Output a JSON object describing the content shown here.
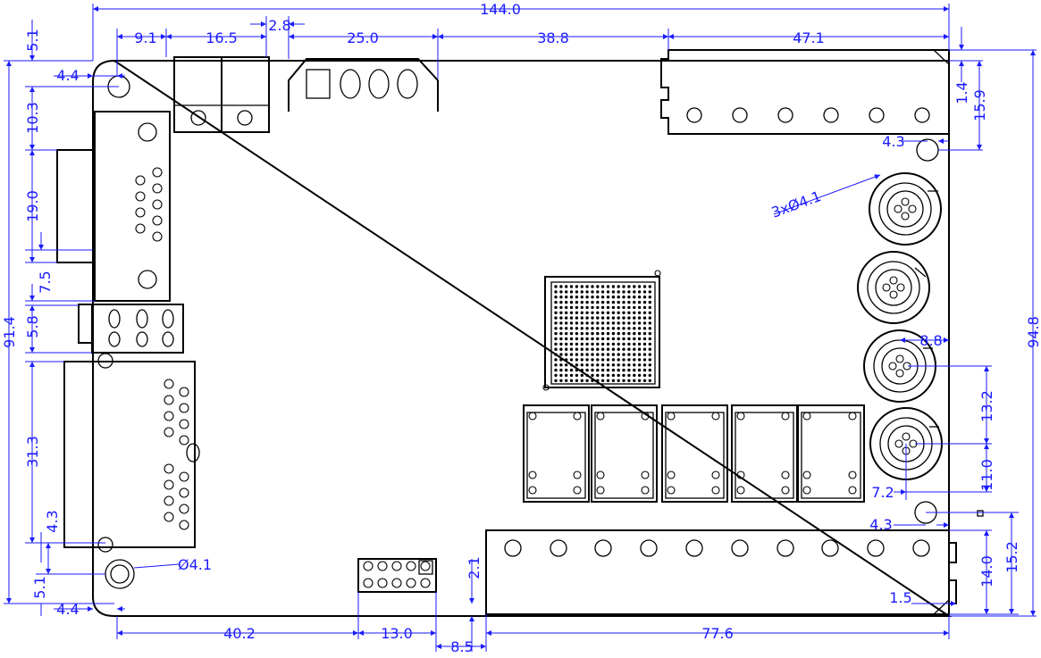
{
  "diagram": {
    "dimensions": {
      "overall_width": "144.0",
      "overall_height": "94.8",
      "board_height": "91.4",
      "top_hole_x": "4.4",
      "top_hole_y": "5.1",
      "db9_offset": "9.1",
      "power_jack_width": "16.5",
      "gap_2_8": "2.8",
      "molex_width": "25.0",
      "top_gap": "38.8",
      "top_terminal_width": "47.1",
      "right_top_offset": "1.4",
      "right_hole_y": "15.9",
      "right_hole_x": "4.3",
      "mount_holes": "3xØ4.1",
      "pitch_13_2": "13.2",
      "pitch_11_0": "11.0",
      "pitch_8_8": "8.8",
      "left_7_2": "7.2",
      "bottom_right_hole_x": "4.3",
      "bottom_terminal_height": "15.2",
      "bottom_terminal_inner": "14.0",
      "bottom_terminal_offset": "1.5",
      "left_10_3": "10.3",
      "left_19_0": "19.0",
      "left_7_5": "7.5",
      "left_5_8": "5.8",
      "left_31_3": "31.3",
      "left_4_3": "4.3",
      "left_5_1": "5.1",
      "bottom_hole_dia": "Ø4.1",
      "bottom_4_4": "4.4",
      "bottom_40_2": "40.2",
      "header_width": "13.0",
      "header_gap": "8.5",
      "header_offset": "2.1",
      "bottom_terminal_width": "77.6"
    }
  }
}
